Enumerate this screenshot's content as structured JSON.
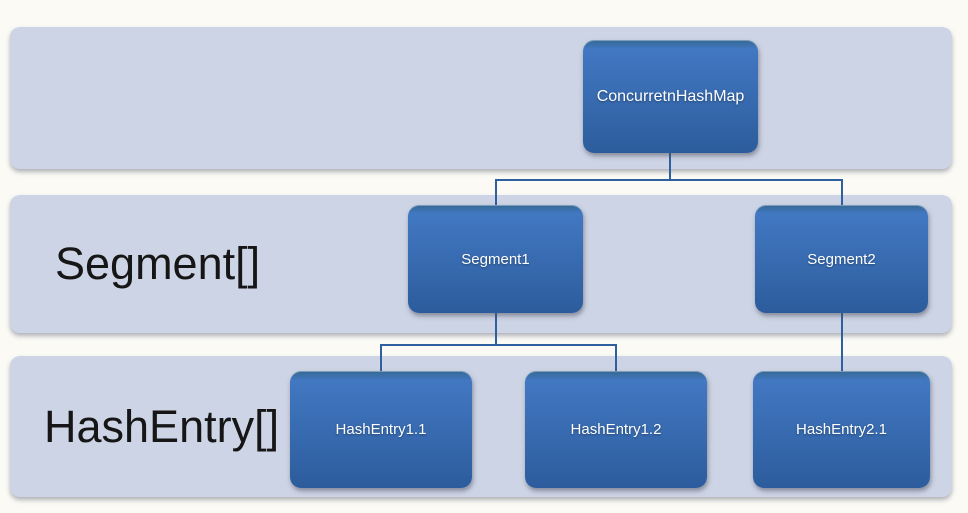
{
  "diagram": {
    "bands": [
      {
        "label": ""
      },
      {
        "label": "Segment[]"
      },
      {
        "label": "HashEntry[]"
      }
    ],
    "nodes": {
      "root": "ConcurretnHashMap",
      "segment1": "Segment1",
      "segment2": "Segment2",
      "hashentry_1_1": "HashEntry1.1",
      "hashentry_1_2": "HashEntry1.2",
      "hashentry_2_1": "HashEntry2.1"
    },
    "colors": {
      "background": "#fbfaf5",
      "band_fill": "#cdd4e5",
      "band_text": "#161616",
      "node_fill_top": "#4278c2",
      "node_fill_bottom": "#2c5c9c",
      "node_text": "#ffffff",
      "connector": "#2e5f9f"
    }
  }
}
